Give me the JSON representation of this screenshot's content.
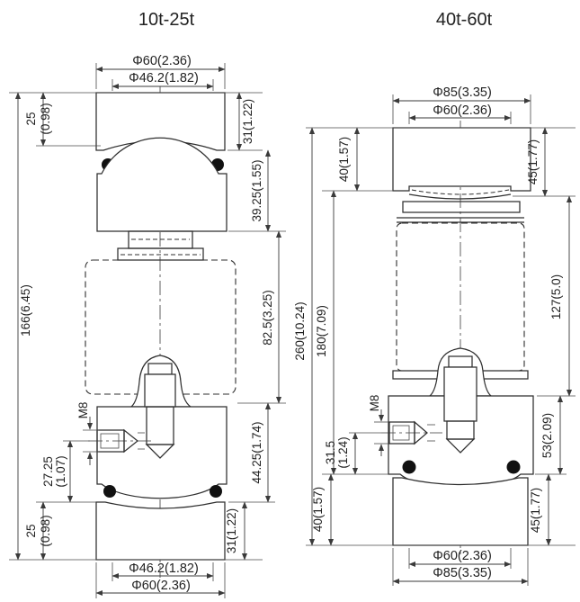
{
  "colors": {
    "line": "#2f2f2f",
    "text": "#222222",
    "background": "#ffffff",
    "oring": "#111111"
  },
  "left": {
    "title": "10t-25t",
    "dim_top_outer_dia": "Φ60(2.36)",
    "dim_top_inner_dia": "Φ46.2(1.82)",
    "dim_top_plate_h": "25",
    "dim_top_plate_h_in": "(0.98)",
    "dim_total_h": "166(6.45)",
    "dim_screw_offset": "27.25",
    "dim_screw_offset_in": "(1.07)",
    "dim_bottom_plate_h": "25",
    "dim_bottom_plate_h_in": "(0.98)",
    "thread_label": "M8",
    "dim_right_top_plate": "31(1.22)",
    "dim_right_upper_block": "39.25(1.55)",
    "dim_right_cell_body": "82.5(3.25)",
    "dim_right_lower_block": "44.25(1.74)",
    "dim_right_bottom_plate": "31(1.22)",
    "dim_bottom_inner_dia": "Φ46.2(1.82)",
    "dim_bottom_outer_dia": "Φ60(2.36)"
  },
  "right": {
    "title": "40t-60t",
    "dim_top_outer_dia": "Φ85(3.35)",
    "dim_top_inner_dia": "Φ60(2.36)",
    "dim_top_plate_h": "40(1.57)",
    "dim_total_h": "260(10.24)",
    "dim_mid_h": "180(7.09)",
    "dim_screw_offset": "31.5",
    "dim_screw_offset_in": "(1.24)",
    "thread_label": "M8",
    "dim_bottom_plate_h": "40(1.57)",
    "dim_right_top_plate": "45(1.77)",
    "dim_right_cell_body": "127(5.0)",
    "dim_right_lower_block": "53(2.09)",
    "dim_right_bottom_plate": "45(1.77)",
    "dim_bottom_inner_dia": "Φ60(2.36)",
    "dim_bottom_outer_dia": "Φ85(3.35)"
  }
}
